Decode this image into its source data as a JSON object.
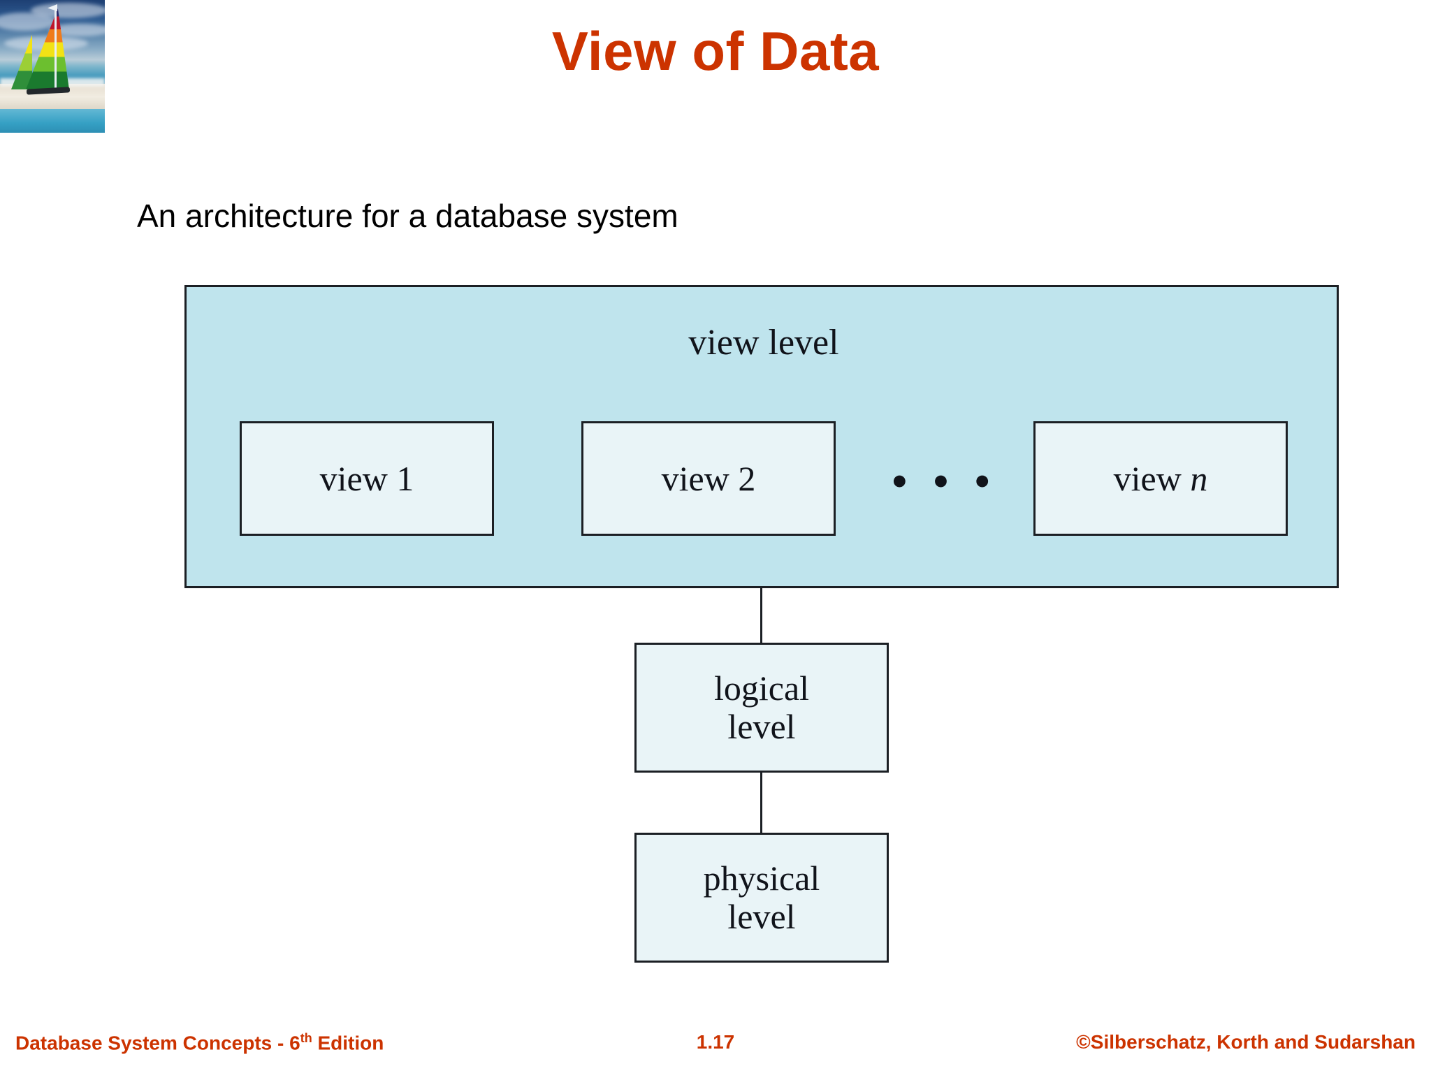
{
  "slide": {
    "title": "View of Data",
    "title_color": "#cc3300",
    "subtitle": "An architecture for a database system",
    "logo_alt": "sailboat-on-beach-photo"
  },
  "diagram": {
    "panel_color": "#bfe4ed",
    "box_color": "#e9f4f7",
    "border_color": "#1b1f24",
    "view_level_label": "view level",
    "view_boxes": [
      {
        "label_main": "view",
        "label_suffix": "1"
      },
      {
        "label_main": "view",
        "label_suffix": "2"
      },
      {
        "label_main": "view",
        "label_suffix": "n"
      }
    ],
    "ellipsis": "• • •",
    "levels": [
      {
        "line1": "logical",
        "line2": "level"
      },
      {
        "line1": "physical",
        "line2": "level"
      }
    ]
  },
  "footer": {
    "left_text": "Database System Concepts - 6",
    "left_sup": "th",
    "left_tail": " Edition",
    "page_number": "1.17",
    "right_text": "©Silberschatz, Korth and Sudarshan",
    "color": "#cc3300"
  }
}
